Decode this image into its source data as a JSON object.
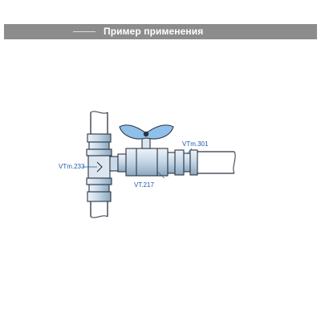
{
  "header": {
    "title": "Пример применения"
  },
  "diagram": {
    "labels": {
      "tee": "VTm.233",
      "valve": "VT.217",
      "fitting": "VTm.301"
    }
  },
  "colors": {
    "header_bg": "#8c8c8c",
    "handle": "#8fc0ea",
    "outline": "#2d3340",
    "metal_light": "#dbe6f0",
    "metal_mid": "#9fb7cc",
    "label": "#1e5aa8"
  },
  "icons": {
    "handle": "butterfly-handle-icon"
  }
}
